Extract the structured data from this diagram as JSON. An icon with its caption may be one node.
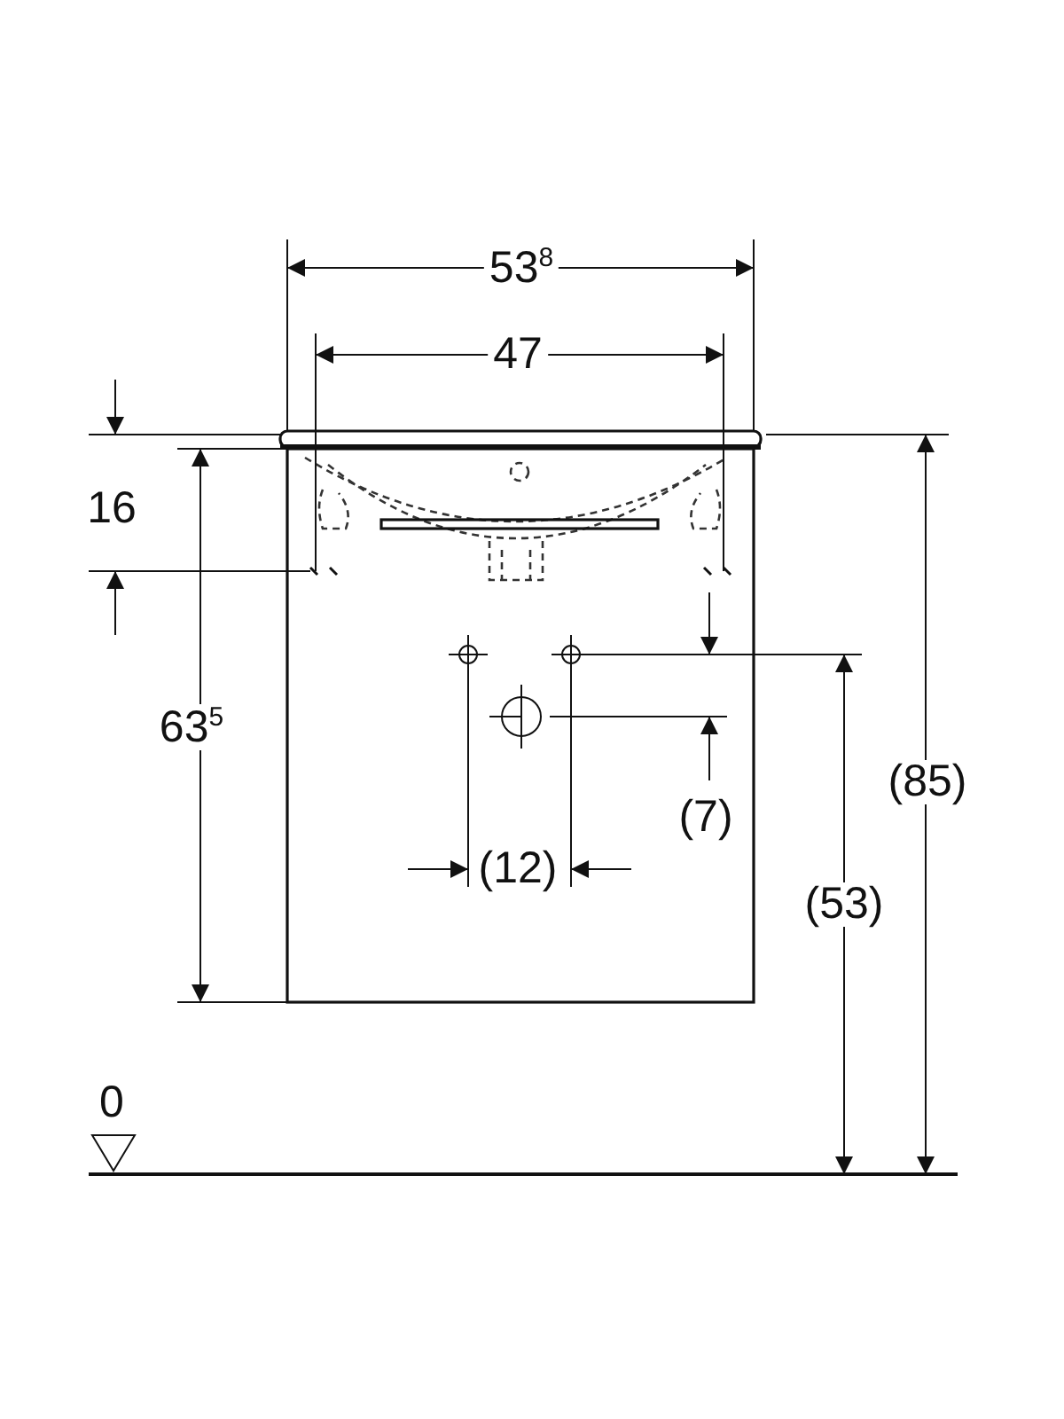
{
  "diagram": {
    "labels": [
      "53$^{8}$",
      "47",
      "16",
      "63$^{5}$",
      "(85)",
      "(7)",
      "(12)",
      "(53)",
      "0"
    ]
  }
}
